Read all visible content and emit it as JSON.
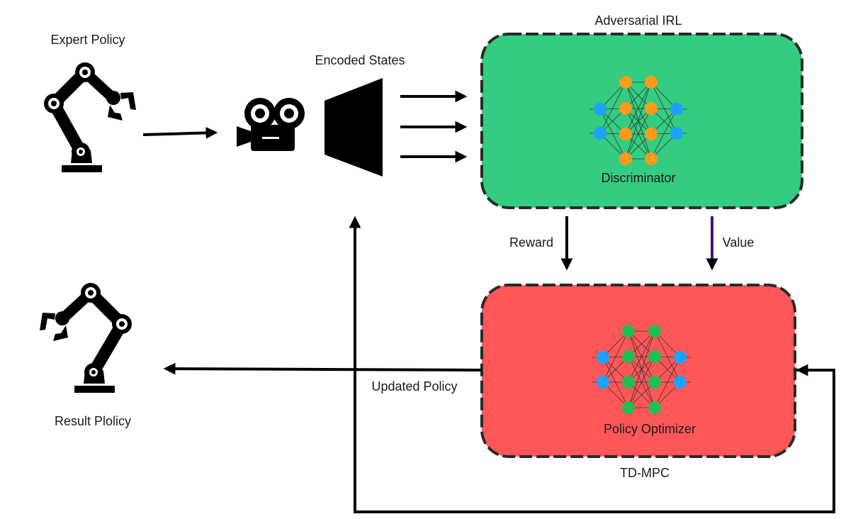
{
  "labels": {
    "expert_policy": "Expert Policy",
    "encoded_states": "Encoded States",
    "adversarial_irl": "Adversarial IRL",
    "discriminator": "Discriminator",
    "reward": "Reward",
    "value": "Value",
    "policy_optimizer": "Policy Optimizer",
    "td_mpc": "TD-MPC",
    "updated_policy": "Updated Policy",
    "result_policy": "Result Plolicy"
  },
  "icons": {
    "expert_robot": "robot-arm-icon",
    "camera": "movie-camera-icon",
    "encoder": "encoder-trapezoid-icon",
    "discriminator_net": "neural-network-icon",
    "policy_net": "neural-network-icon",
    "result_robot": "robot-arm-icon"
  },
  "colors": {
    "adversarial_box": "#33cc80",
    "td_mpc_box": "#ff5757",
    "box_border": "#2a2a2a",
    "input_node": "#1aa3ff",
    "discriminator_hidden_node": "#ff9a1a",
    "policy_hidden_node": "#1fbf50",
    "value_arrow": "#3a1a8a"
  }
}
